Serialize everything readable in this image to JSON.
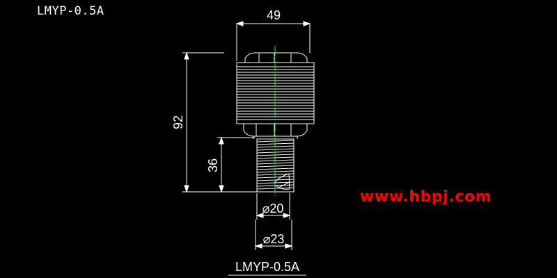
{
  "header": {
    "model_title": "LMYP-0.5A"
  },
  "drawing": {
    "dim_width": "49",
    "dim_total_height": "92",
    "dim_thread_length": "36",
    "dim_inner_dia": "⌀20",
    "dim_outer_dia": "⌀23",
    "caption": "LMYP-0.5A"
  },
  "watermark": {
    "text": "www.hbpj.com"
  },
  "colors": {
    "line": "#ffffff",
    "centerline": "#00ff00",
    "watermark": "#ff0000",
    "background": "#000000"
  }
}
